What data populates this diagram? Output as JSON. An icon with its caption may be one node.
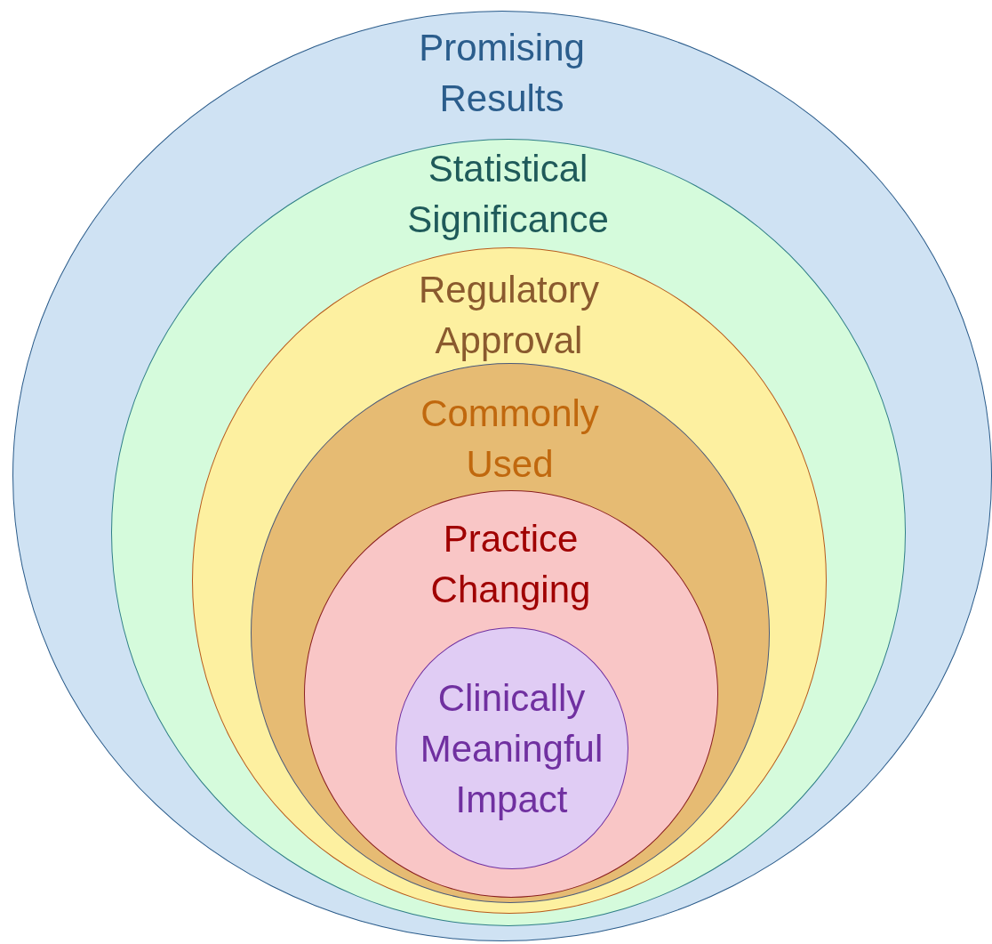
{
  "diagram": {
    "nodes": [
      {
        "text": [
          "Promising Results"
        ]
      },
      {
        "text": [
          "Statistical Significance"
        ],
        "in": 0
      },
      {
        "text": [
          "Regulatory Approval"
        ],
        "in": 1
      },
      {
        "text": [
          "Commonly Used"
        ],
        "in": 2
      },
      {
        "text": [
          "Practice Changing"
        ],
        "in": 3
      },
      {
        "text": [
          "Clinically Meaningful Impact"
        ],
        "in": 4
      }
    ]
  }
}
